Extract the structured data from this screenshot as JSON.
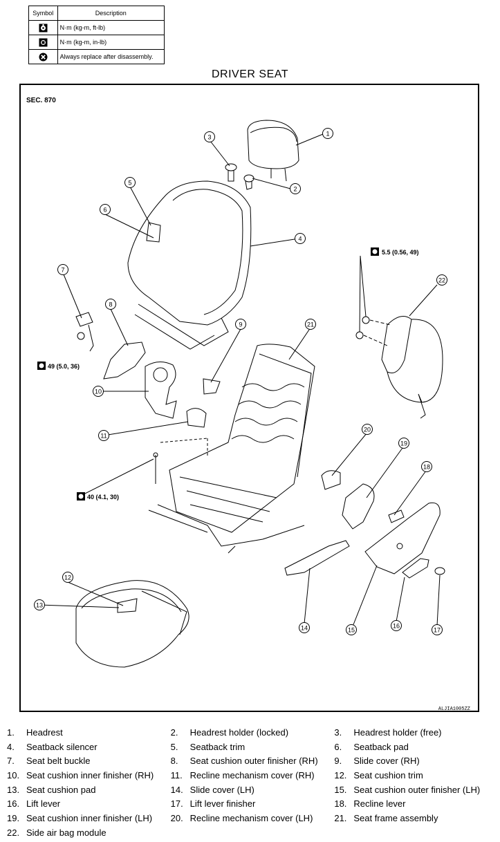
{
  "symbol_table": {
    "header_symbol": "Symbol",
    "header_description": "Description",
    "rows": [
      {
        "icon": "torque-wrench-icon",
        "description": "N·m (kg-m, ft-lb)"
      },
      {
        "icon": "torque-wrench-small-icon",
        "description": "N·m (kg-m, in-lb)"
      },
      {
        "icon": "always-replace-icon",
        "description": "Always replace after disassembly."
      }
    ]
  },
  "title": "DRIVER SEAT",
  "section": "SEC. 870",
  "torques": {
    "t1": "5.5 (0.56, 49)",
    "t2": "49 (5.0, 36)",
    "t3": "40 (4.1, 30)"
  },
  "image_code": "ALJIA1005ZZ",
  "callouts": [
    "1",
    "2",
    "3",
    "4",
    "5",
    "6",
    "7",
    "8",
    "9",
    "10",
    "11",
    "12",
    "13",
    "14",
    "15",
    "16",
    "17",
    "18",
    "19",
    "20",
    "21",
    "22"
  ],
  "legend": [
    [
      {
        "n": "1.",
        "label": "Headrest"
      },
      {
        "n": "2.",
        "label": "Headrest holder (locked)"
      },
      {
        "n": "3.",
        "label": "Headrest holder (free)"
      }
    ],
    [
      {
        "n": "4.",
        "label": "Seatback silencer"
      },
      {
        "n": "5.",
        "label": "Seatback trim"
      },
      {
        "n": "6.",
        "label": "Seatback pad"
      }
    ],
    [
      {
        "n": "7.",
        "label": "Seat belt buckle"
      },
      {
        "n": "8.",
        "label": "Seat cushion outer finisher (RH)"
      },
      {
        "n": "9.",
        "label": "Slide cover (RH)"
      }
    ],
    [
      {
        "n": "10.",
        "label": "Seat cushion inner finisher (RH)"
      },
      {
        "n": "11.",
        "label": "Recline mechanism cover (RH)"
      },
      {
        "n": "12.",
        "label": "Seat cushion trim"
      }
    ],
    [
      {
        "n": "13.",
        "label": "Seat cushion pad"
      },
      {
        "n": "14.",
        "label": "Slide cover (LH)"
      },
      {
        "n": "15.",
        "label": "Seat cushion outer finisher (LH)"
      }
    ],
    [
      {
        "n": "16.",
        "label": "Lift lever"
      },
      {
        "n": "17.",
        "label": "Lift lever finisher"
      },
      {
        "n": "18.",
        "label": "Recline lever"
      }
    ],
    [
      {
        "n": "19.",
        "label": "Seat cushion inner finisher (LH)"
      },
      {
        "n": "20.",
        "label": "Recline mechanism cover (LH)"
      },
      {
        "n": "21.",
        "label": "Seat frame assembly"
      }
    ],
    [
      {
        "n": "22.",
        "label": "Side air bag module"
      }
    ]
  ]
}
